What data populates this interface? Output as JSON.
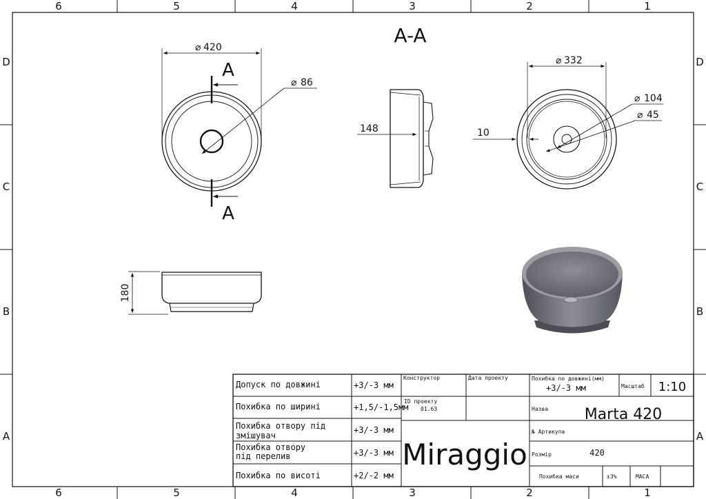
{
  "frame": {
    "columns_top": [
      "6",
      "5",
      "4",
      "3",
      "2",
      "1"
    ],
    "columns_bottom": [
      "6",
      "5",
      "4",
      "3",
      "2",
      "1"
    ],
    "rows_left": [
      "D",
      "C",
      "B",
      "A"
    ],
    "rows_right": [
      "D",
      "C",
      "B",
      "A"
    ]
  },
  "views": {
    "section_title": "A-A",
    "top": {
      "diameter": "420",
      "drain": "86",
      "cut_label_top": "A",
      "cut_label_bottom": "A"
    },
    "section": {
      "depth": "148"
    },
    "bottom": {
      "diameter": "332",
      "ring": "104",
      "hole": "45",
      "wall": "10"
    },
    "side": {
      "height": "180"
    }
  },
  "title_block": {
    "rows": [
      {
        "label": "Допуск по довжині",
        "value": "+3/-3 мм"
      },
      {
        "label": "Похибка по ширині",
        "value": "+1,5/-1,5мм"
      },
      {
        "label_line1": "Похибка отвору під",
        "label_line2": "змішувач",
        "value": "+3/-3 мм"
      },
      {
        "label_line1": "Похибка отвору",
        "label_line2": "під перелив",
        "value": "+3/-3 мм"
      },
      {
        "label": "Похибка по висоті",
        "value": "+2/-2 мм"
      }
    ],
    "constructor_label": "Конструктор",
    "date_label": "Дата проекту",
    "project_id_label": "ID проекту",
    "project_id_value": "01.63",
    "brand": "Miraggio",
    "length_err_label": "Похибка по довжині(мм)",
    "length_err_value": "+3/-3 мм",
    "scale_label": "Масштаб",
    "scale_value": "1:10",
    "name_label": "Назва",
    "name_value": "Marta 420",
    "article_label": "№ Артикула",
    "size_label": "Розмір",
    "size_value": "420",
    "mass_err_label": "Похибка маси",
    "mass_err_value": "±3%",
    "mass_label": "МАСА"
  }
}
